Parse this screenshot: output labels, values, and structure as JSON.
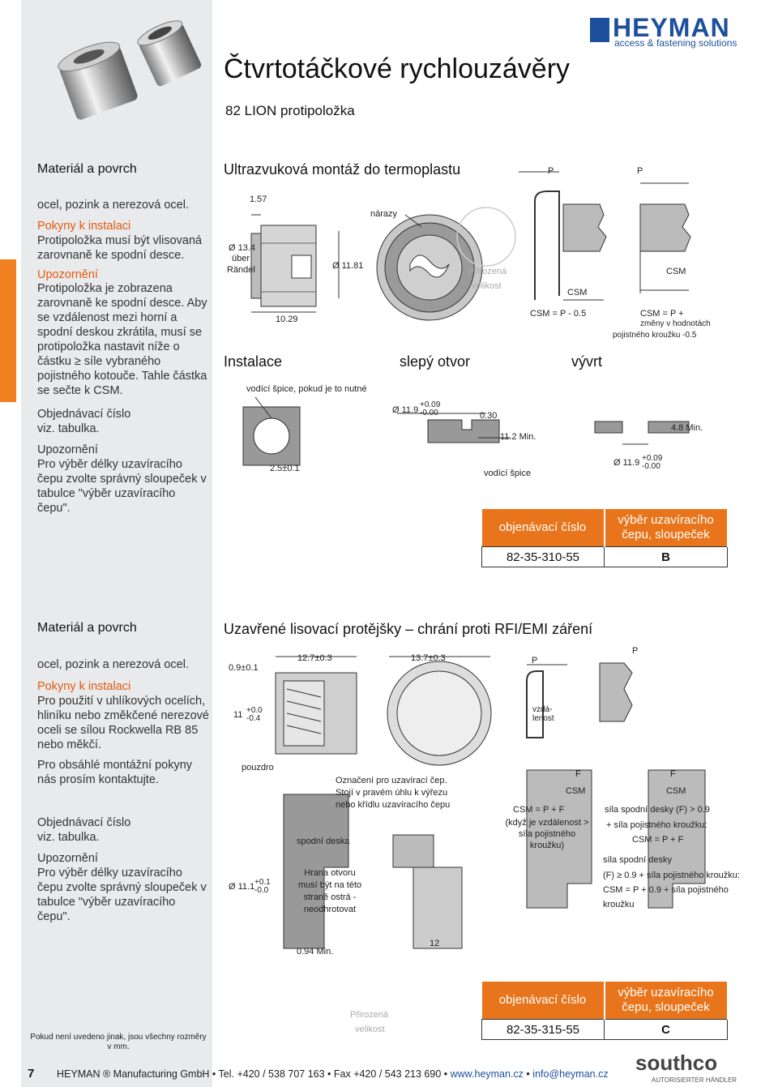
{
  "brand": {
    "name": "HEYMAN",
    "tagline": "access & fastening solutions"
  },
  "title": "Čtvrtotáčkové rychlouzávěry",
  "subtitle": "82 LION protipoložka",
  "section1": {
    "sidebar": {
      "heading": "Materiál a povrch",
      "material": "ocel, pozink a nerezová ocel.",
      "install_label": "Pokyny k instalaci",
      "install_text": "Protipoložka musí být vlisovaná zarovnaně ke spodní desce.",
      "warning_label": "Upozornění",
      "warning_text": "Protipoložka je zobrazena zarovnaně ke spodní desce. Aby se vzdálenost mezi horní a spodní deskou zkrátila, musí se protipoložka nastavit níže o částku ≥ síle vybraného pojistného kotouče. Tahle částka se sečte k CSM.",
      "order_label": "Objednávací číslo",
      "order_text": "viz. tabulka.",
      "warning2_label": "Upozornění",
      "warning2_text": "Pro výběr délky uzavíracího čepu zvolte správný sloupeček v tabulce \"výběr uzavíracího čepu\"."
    },
    "heading": "Ultrazvuková montáž do termoplastu",
    "dims": {
      "d157": "1.57",
      "d134": "Ø 13.4",
      "uber": "über",
      "randel": "Rändel",
      "d1181": "Ø 11.81",
      "d1029": "10.29",
      "narazy": "nárazy",
      "actual_size_1": "Přirozená",
      "actual_size_2": "velikost",
      "P": "P",
      "CSM": "CSM",
      "csm_eq1": "CSM = P - 0.5",
      "csm_eq2": "CSM = P +",
      "csm_eq2b": "změny v hodnotách",
      "csm_eq2c": "pojistného kroužku -0.5"
    },
    "install": {
      "heading": "Instalace",
      "blind_hole": "slepý otvor",
      "through_hole": "vývrt",
      "guide_pin_note": "vodící špice, pokud je to nutné",
      "d25": "2.5±0.1",
      "d119": "Ø 11.9",
      "tol_up": "+0.09",
      "tol_down": "-0.00",
      "d030": "0.30",
      "d112": "11.2 Min.",
      "guide_pin": "vodící špice",
      "d48": "4.8 Min."
    },
    "table": {
      "col1": "objenávací číslo",
      "col2": "výběr uzavíracího čepu, sloupeček",
      "part": "82-35-310-55",
      "column": "B"
    }
  },
  "section2": {
    "sidebar": {
      "heading": "Materiál a povrch",
      "material": "ocel, pozink a nerezová ocel.",
      "install_label": "Pokyny k instalaci",
      "install_text": "Pro použití v uhlíkových ocelích, hliníku nebo změkčené nerezové oceli se sílou Rockwella RB 85 nebo měkčí.",
      "contact_text": "Pro obsáhlé montážní pokyny nás prosím kontaktujte.",
      "order_label": "Objednávací číslo",
      "order_text": "viz. tabulka.",
      "warning_label": "Upozornění",
      "warning_text": "Pro výběr délky uzavíracího čepu zvolte správný sloupeček v tabulce \"výběr uzavíracího čepu\".",
      "footnote": "Pokud není uvedeno jinak, jsou všechny rozměry v mm."
    },
    "heading": "Uzavřené lisovací protějšky – chrání proti RFI/EMI záření",
    "dims": {
      "d09": "0.9±0.1",
      "d127": "12.7±0.3",
      "d137": "13.7±0.3",
      "d11": "11",
      "tol11_up": "+0.0",
      "tol11_down": "-0.4",
      "pouzdro": "pouzdro",
      "marking": "Označení pro uzavírací čep. Stojí v pravém úhlu k výřezu nebo křídlu uzavíracího čepu",
      "bottom_plate": "spodní deska",
      "edge": "Hrana otvoru musí být na této straně ostrá - neodhrotovat",
      "d111": "Ø 11.1",
      "tol111_up": "+0.1",
      "tol111_down": "-0.0",
      "d094": "0.94 Min.",
      "d12": "12",
      "P": "P",
      "F": "F",
      "CSM": "CSM",
      "vzdalenost": "vzdá-lenost",
      "csm_pf": "CSM = P + F",
      "csm_pf_note": "(když je vzdálenost > síla pojistného kroužku)",
      "cond1": "síla spodní desky (F) > 0.9",
      "cond1b": "+ síla pojistného kroužku:",
      "cond1c": "CSM = P + F",
      "cond2": "síla spodní desky",
      "cond2b": "(F) ≥ 0.9 + síla pojistného kroužku:",
      "cond2c": "CSM = P + 0.9 + síla pojistného",
      "cond2d": "kroužku",
      "actual_size_1": "Přirozená",
      "actual_size_2": "velikost"
    },
    "table": {
      "col1": "objenávací číslo",
      "col2": "výběr uzavíracího čepu, sloupeček",
      "part": "82-35-315-55",
      "column": "C"
    }
  },
  "footer": {
    "page": "7",
    "company": "HEYMAN",
    "company_rest": "® Manufacturing GmbH • Tel. +420 / 538 707 163 • Fax +420 / 543 213 690 •",
    "web": "www.heyman.cz",
    "email": "info@heyman.cz",
    "partner": "southco",
    "partner_sub": "AUTORISIERTER HÄNDLER"
  },
  "colors": {
    "accent": "#e8751c",
    "brand": "#1c4f9c",
    "sidebar": "#e9eaeb"
  }
}
